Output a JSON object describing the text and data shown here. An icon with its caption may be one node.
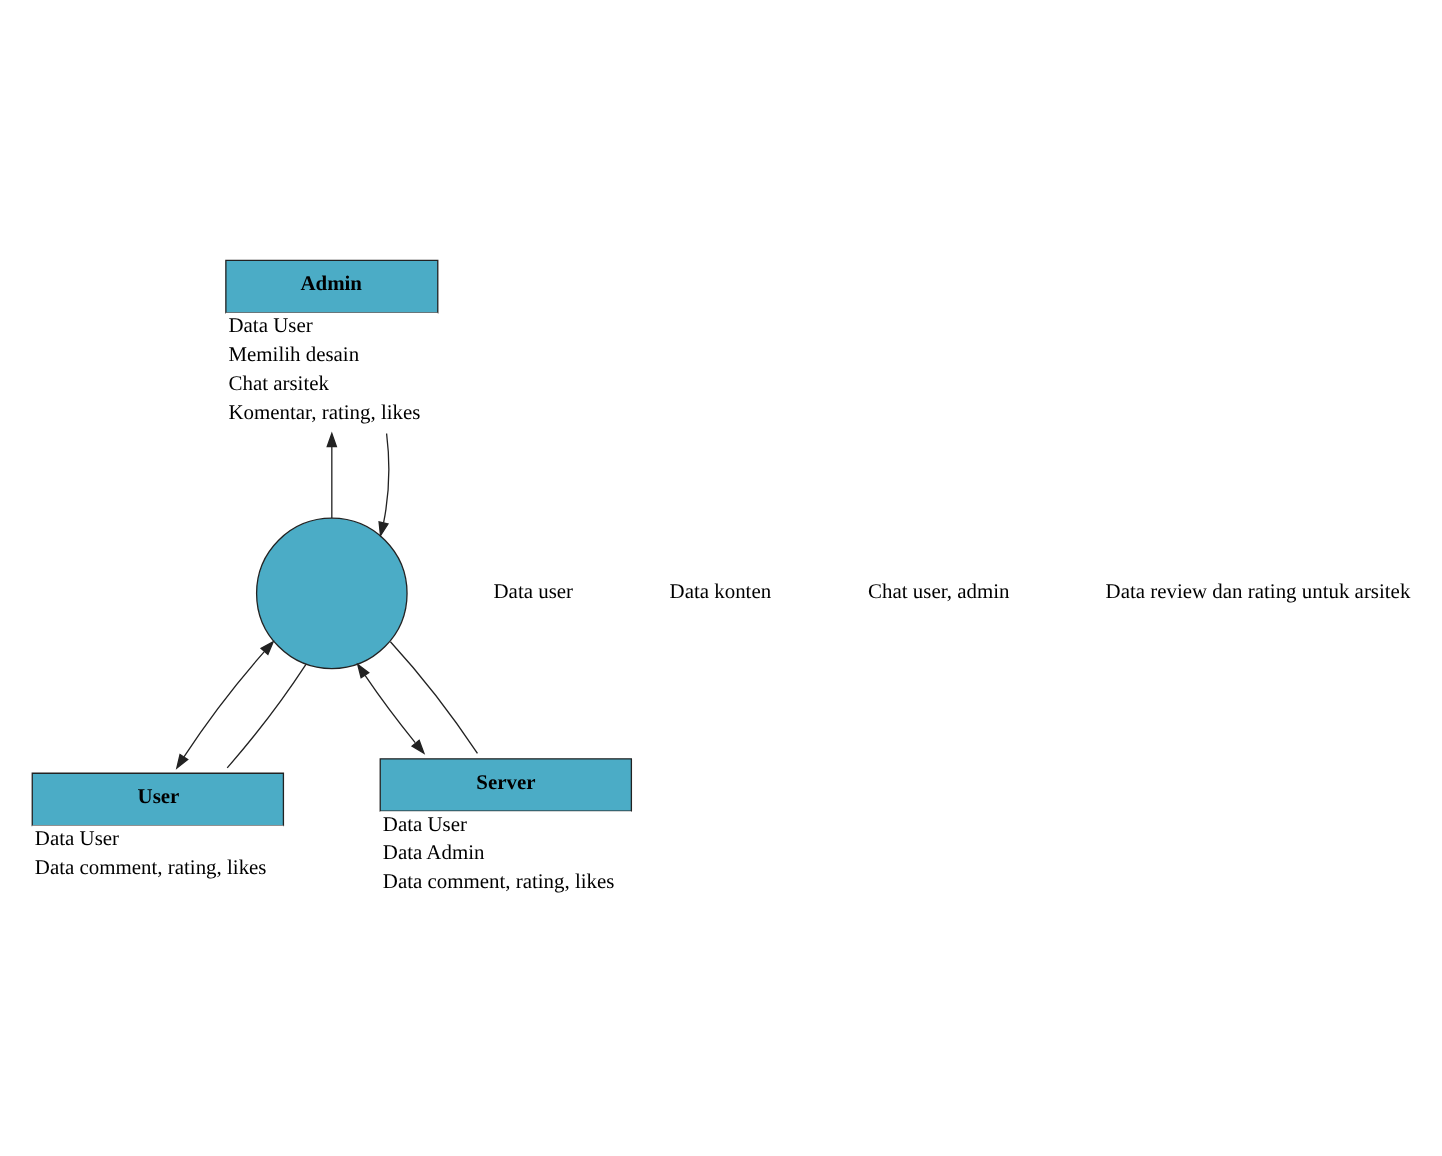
{
  "diagram": {
    "nodes": [
      {
        "text": [
          "Admin"
        ],
        "beside": [
          "Data User",
          "Memilih desain",
          "Chat arsitek",
          "Komentar, rating, likes"
        ]
      },
      {
        "text": [],
        "shape": "circle"
      },
      {
        "text": [
          "User"
        ],
        "beside": [
          "Data User",
          "Data comment, rating, likes"
        ]
      },
      {
        "text": [
          "Server"
        ],
        "beside": [
          "Data User",
          "Data Admin",
          "Data comment, rating, likes"
        ]
      }
    ],
    "edges": [
      {
        "from": 1,
        "to": 0,
        "arrow": "to"
      },
      {
        "from": 0,
        "to": 1,
        "arrow": "to"
      },
      {
        "from": 2,
        "to": 1,
        "arrow": "both"
      },
      {
        "from": 2,
        "to": 1,
        "arrow": "none"
      },
      {
        "from": 3,
        "to": 1,
        "arrow": "both"
      },
      {
        "from": 3,
        "to": 1,
        "arrow": "none"
      }
    ],
    "labels": [
      "Data user",
      "Data konten",
      "Chat user, admin",
      "Data review dan rating untuk arsitek"
    ]
  }
}
